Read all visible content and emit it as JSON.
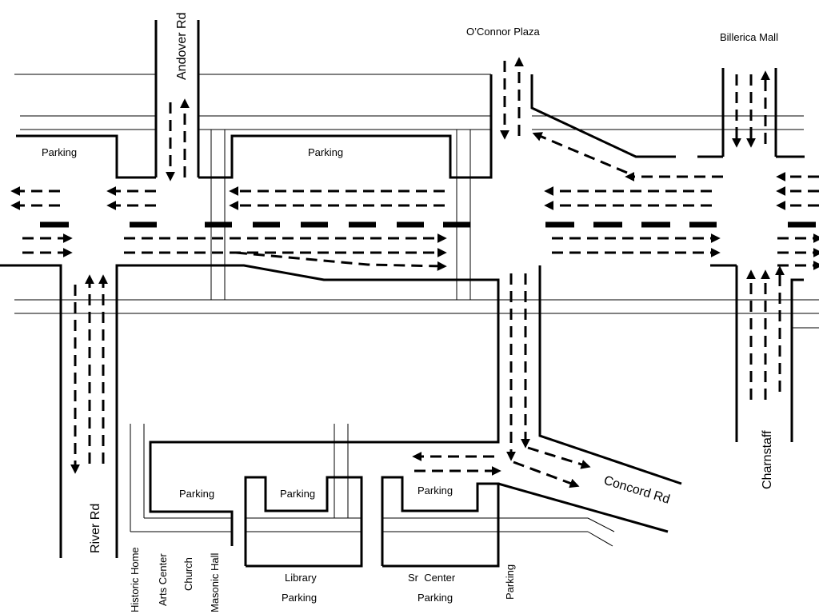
{
  "roads": {
    "andover": "Andover Rd",
    "river": "River Rd",
    "concord": "Concord Rd",
    "charnstaff": "Charnstaff"
  },
  "places": {
    "oconnor": "O’Connor Plaza",
    "billerica": "Billerica Mall",
    "historic_home": "Historic Home",
    "arts_center": "Arts Center",
    "church": "Church",
    "masonic_hall": "Masonic Hall",
    "library": "Library",
    "sr_center": "Sr  Center"
  },
  "parking": {
    "top_left": "Parking",
    "top_middle": "Parking",
    "lower_left": "Parking",
    "lower_middle": "Parking",
    "lower_right": "Parking",
    "library_parking": "Parking",
    "sr_center_parking": "Parking",
    "vertical": "Parking"
  },
  "icons": {
    "lane_arrow": "dashed-lane-arrow-icon",
    "lane_divider": "dashed-center-divider"
  }
}
